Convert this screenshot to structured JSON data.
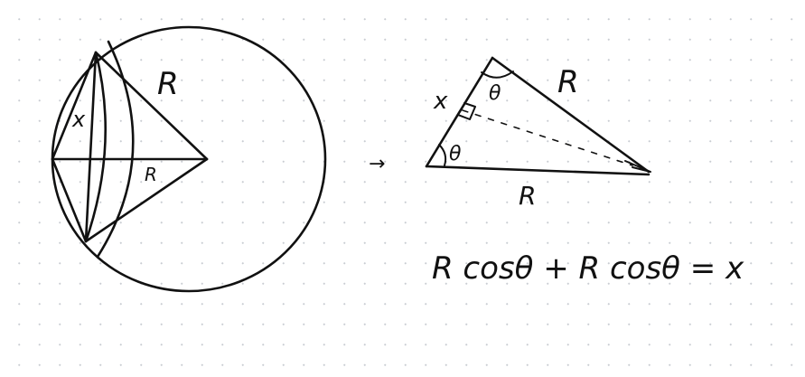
{
  "labels": {
    "big_R": "R",
    "chord_x": "x",
    "inner_R": "R",
    "arrow": "→",
    "tri_x": "x",
    "tri_theta_top": "θ",
    "tri_R_top": "R",
    "tri_theta_bottom": "θ",
    "tri_R_bottom": "R",
    "equation": "R cosθ + R cosθ = x"
  },
  "colors": {
    "ink": "#111111",
    "background": "#ffffff",
    "grid_dots": "#c9ccd2"
  }
}
